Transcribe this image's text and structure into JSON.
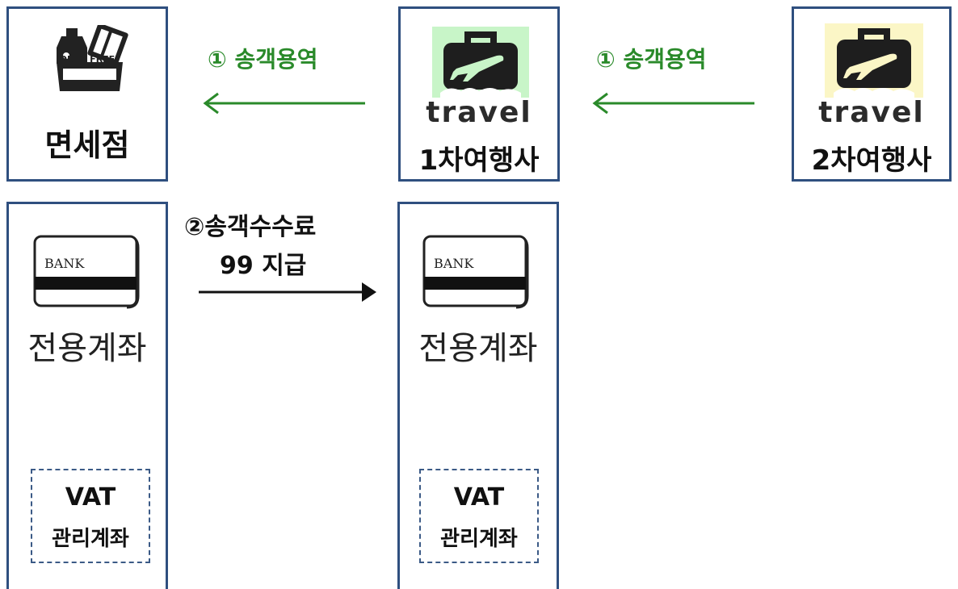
{
  "duty_free": {
    "icon_text": "DUTY FREE",
    "label": "면세점"
  },
  "agency1": {
    "logo_text": "travel",
    "label": "1차여행사",
    "logo_bg_color": "#c8f5c8"
  },
  "agency2": {
    "logo_text": "travel",
    "label": "2차여행사",
    "logo_bg_color": "#fbf6c6"
  },
  "flows": {
    "arrow1_label": "① 송객용역",
    "arrow2_label": "① 송객용역",
    "payment_line1": "②송객수수료",
    "payment_line2": "99 지급",
    "green_color": "#2a8a2a"
  },
  "accounts": {
    "card_text": "BANK",
    "left_label": "전용계좌",
    "right_label": "전용계좌",
    "vat_line1": "VAT",
    "vat_line2": "관리계좌"
  }
}
